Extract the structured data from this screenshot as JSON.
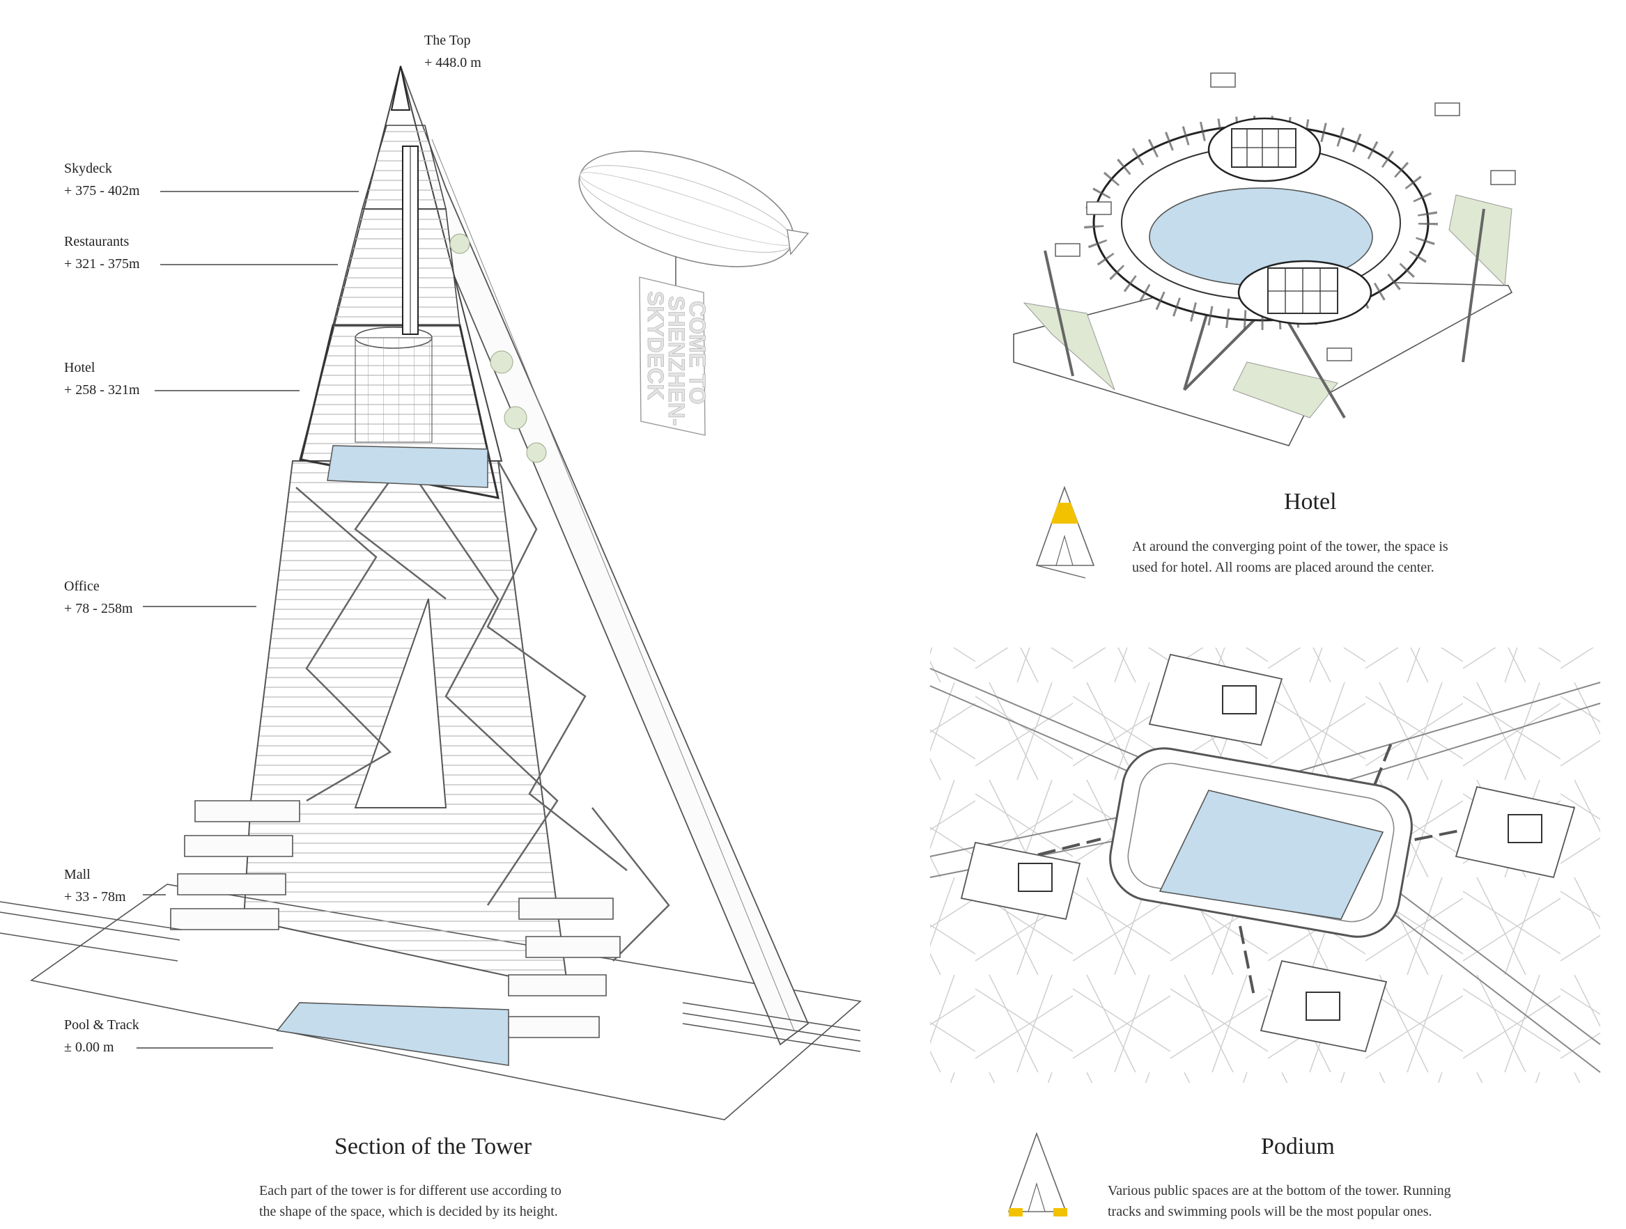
{
  "section": {
    "title": "Section of the Tower",
    "desc_line1": "Each part of the tower is for different use according to",
    "desc_line2": "the shape of the space, which is decided by its height."
  },
  "levels": {
    "top": {
      "name": "The Top",
      "height": "+ 448.0 m"
    },
    "skydeck": {
      "name": "Skydeck",
      "height": "+ 375 - 402m"
    },
    "restaurants": {
      "name": "Restaurants",
      "height": "+ 321 - 375m"
    },
    "hotel": {
      "name": "Hotel",
      "height": "+ 258 - 321m"
    },
    "office": {
      "name": "Office",
      "height": "+ 78 - 258m"
    },
    "mall": {
      "name": "Mall",
      "height": "+ 33 - 78m"
    },
    "pool": {
      "name": "Pool & Track",
      "height": "± 0.00 m"
    }
  },
  "blimp": {
    "banner_line1": "COME TO",
    "banner_line2": "SHENZHEN-",
    "banner_line3": "SKYDECK"
  },
  "hotel_panel": {
    "title": "Hotel",
    "desc_line1": "At around the converging point of the tower, the space is",
    "desc_line2": "used for hotel. All rooms are placed around the center."
  },
  "podium_panel": {
    "title": "Podium",
    "desc_line1": "Various public spaces are at the bottom of the tower. Running",
    "desc_line2": "tracks and swimming pools will be the most popular ones."
  },
  "colors": {
    "water": "#c4dcec",
    "highlight": "#f2c200",
    "green": "#dfe8d2",
    "line": "#555555"
  },
  "icons": [
    "tower-section-drawing",
    "blimp-icon",
    "hotel-axonometric",
    "podium-axonometric",
    "tower-hotel-indicator-icon",
    "tower-podium-indicator-icon"
  ]
}
